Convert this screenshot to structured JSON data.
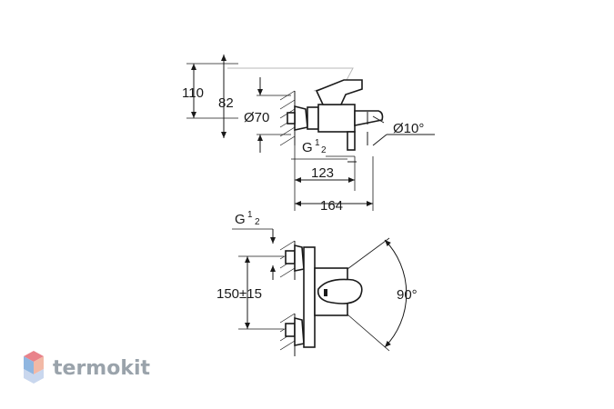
{
  "top_view": {
    "dim_height_total": "110",
    "dim_height_outlet": "82",
    "dim_diameter": "Ø70",
    "dim_angle": "Ø10°",
    "dim_thread": "G",
    "dim_thread_frac_num": "1",
    "dim_thread_frac_den": "2",
    "dim_depth_spout": "123",
    "dim_depth_total": "164"
  },
  "front_view": {
    "dim_thread": "G",
    "dim_thread_frac_num": "1",
    "dim_thread_frac_den": "2",
    "dim_center_distance": "150±15",
    "dim_lever_angle": "90°"
  },
  "watermark": {
    "text": "termokit",
    "colors": [
      "#e9828a",
      "#8fb6e0",
      "#f2b9a6",
      "#c9d7ee"
    ]
  }
}
